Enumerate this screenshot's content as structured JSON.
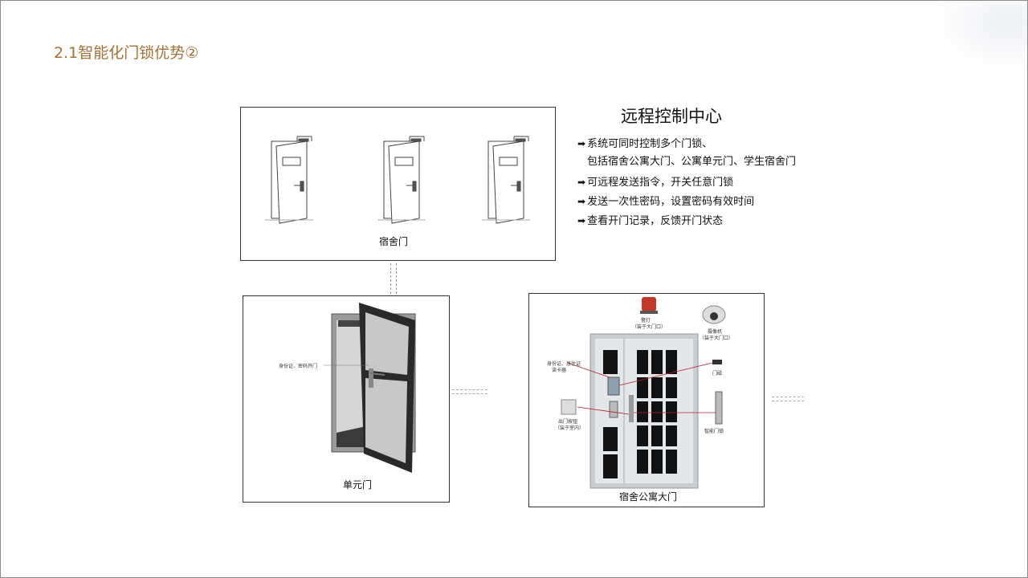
{
  "slide": {
    "title": "2.1智能化门锁优势②"
  },
  "dorm_panel": {
    "caption": "宿舍门"
  },
  "remote_control": {
    "title": "远程控制中心",
    "arrow": "➡",
    "bullets": [
      {
        "line1": "系统可同时控制多个门锁、",
        "line2": "包括宿舍公寓大门、公寓单元门、学生宿舍门"
      },
      {
        "line1": "可远程发送指令，开关任意门锁"
      },
      {
        "line1": "发送一次性密码，设置密码有效时间"
      },
      {
        "line1": "查看开门记录，反馈开门状态"
      }
    ]
  },
  "unit_panel": {
    "caption": "单元门",
    "label": "身份证、密码开门"
  },
  "main_panel": {
    "caption": "宿舍公寓大门",
    "labels": {
      "alarm": "警灯",
      "alarm_note": "（装于大门口）",
      "camera": "摄像机",
      "camera_note": "（装于大门口）",
      "reader": "身份证、居住证",
      "reader2": "读卡器",
      "door_sensor": "门磁",
      "exit_button": "出门按钮",
      "exit_note": "（装于室内）",
      "smart_lock": "智能门锁"
    }
  },
  "colors": {
    "title": "#a0723a",
    "text": "#111111",
    "border": "#333333",
    "red_line": "#b22222"
  }
}
